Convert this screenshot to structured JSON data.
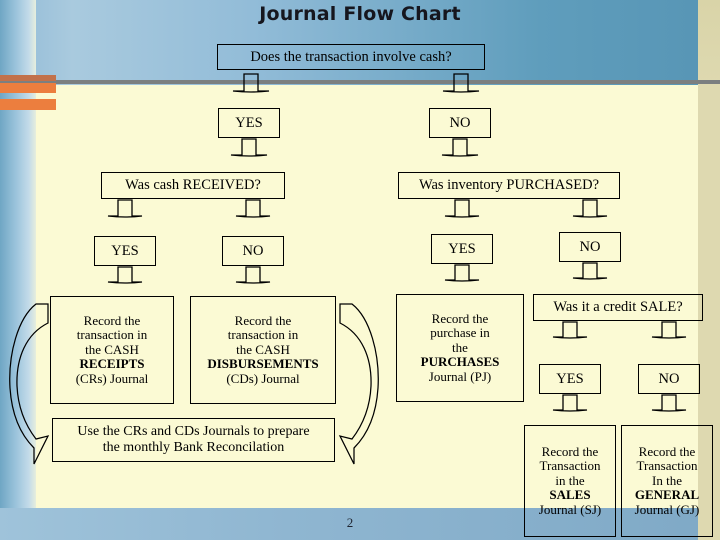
{
  "slide": {
    "title": "Journal Flow Chart",
    "page_number": "2",
    "colors": {
      "header_blue": "#8fb9d6",
      "body_cream": "#fbfad4",
      "accent_orange": "#ec7e3e",
      "accent_orange_dark": "#c2714a",
      "rule_grey": "#7b7f80",
      "right_band_khaki": "#ded9b0",
      "box_border": "#000000",
      "text": "#000000"
    }
  },
  "flow": {
    "root_question": "Does the transaction involve cash?",
    "level1": {
      "yes_label": "YES",
      "no_label": "NO"
    },
    "level2": {
      "left_question": "Was cash RECEIVED?",
      "right_question": "Was inventory PURCHASED?",
      "left_yes": "YES",
      "left_no": "NO",
      "right_yes": "YES",
      "right_no": "NO"
    },
    "outcomes": {
      "cash_receipts": {
        "line1": "Record the",
        "line2": "transaction in",
        "line3": "the CASH",
        "line4": "RECEIPTS",
        "line5": "(CRs) Journal"
      },
      "cash_disbursements": {
        "line1": "Record the",
        "line2": "transaction in",
        "line3": "the CASH",
        "line4": "DISBURSEMENTS",
        "line5": "(CDs) Journal"
      },
      "purchases": {
        "line1": "Record the",
        "line2": "purchase in",
        "line3": "the",
        "line4": "PURCHASES",
        "line5": "Journal (PJ)"
      },
      "sales": {
        "line1": "Record the",
        "line2": "Transaction",
        "line3": "in the",
        "line4": "SALES",
        "line5": "Journal (SJ)"
      },
      "general": {
        "line1": "Record the",
        "line2": "Transaction",
        "line3": "In the",
        "line4": "GENERAL",
        "line5": "Journal (GJ)"
      }
    },
    "credit_sale": {
      "question": "Was it a credit SALE?",
      "yes_label": "YES",
      "no_label": "NO"
    },
    "bank_rec": {
      "line1": "Use the CRs and CDs Journals to prepare",
      "line2": "the monthly Bank Reconcilation"
    }
  }
}
